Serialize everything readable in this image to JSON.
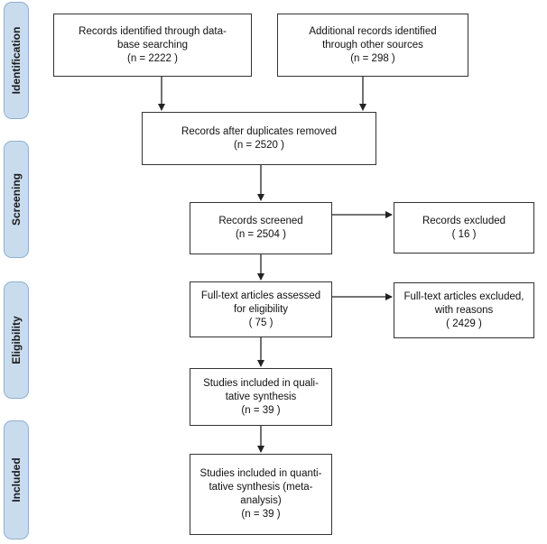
{
  "phases": {
    "identification": "Identification",
    "screening": "Screening",
    "eligibility": "Eligibility",
    "included": "Included"
  },
  "boxes": {
    "db_search": [
      "Records identified through data-",
      "base searching",
      "(n = 2222  )"
    ],
    "other_sources": [
      "Additional records identified",
      "through other sources",
      "(n = 298 )"
    ],
    "duplicates_removed": [
      "Records after duplicates removed",
      "(n = 2520  )"
    ],
    "screened": [
      "Records screened",
      "(n = 2504  )"
    ],
    "excluded": [
      "Records excluded",
      "( 16 )"
    ],
    "fulltext_assessed": [
      "Full-text articles assessed",
      "for eligibility",
      "(  75 )"
    ],
    "fulltext_excluded": [
      "Full-text articles excluded,",
      "with reasons",
      "( 2429 )"
    ],
    "qualitative": [
      "Studies included in quali-",
      "tative synthesis",
      "(n = 39  )"
    ],
    "quantitative": [
      "Studies included in quanti-",
      "tative synthesis (meta-",
      "analysis)",
      "(n = 39  )"
    ]
  },
  "colors": {
    "phase_fill": "#c9dcee",
    "phase_border": "#8fb0cf",
    "box_border": "#333333",
    "arrow": "#222222"
  }
}
